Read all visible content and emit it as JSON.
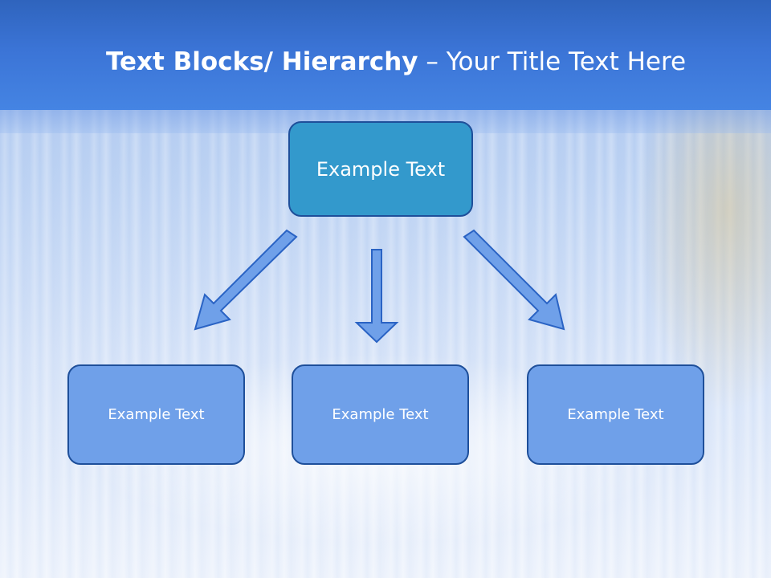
{
  "slide": {
    "title_bold": "Text Blocks/ Hierarchy",
    "title_separator": "–",
    "title_rest": "Your Title Text Here"
  },
  "diagram": {
    "root": {
      "label": "Example Text"
    },
    "children": [
      {
        "label": "Example Text"
      },
      {
        "label": "Example Text"
      },
      {
        "label": "Example Text"
      }
    ]
  },
  "colors": {
    "header": "#3b74d6",
    "root_fill": "#3399cc",
    "child_fill": "#6fa0e9",
    "border": "#1e4f9a",
    "arrow_fill": "#6fa0e9",
    "arrow_stroke": "#2a63c4"
  }
}
